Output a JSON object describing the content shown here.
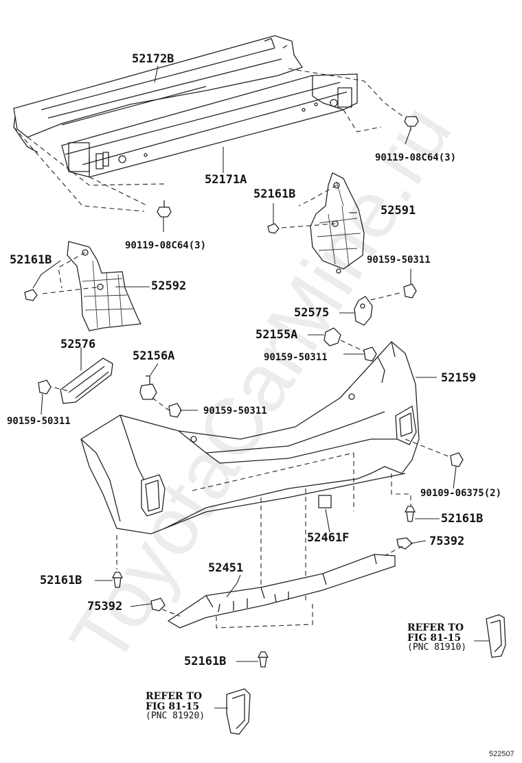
{
  "watermark": "ToyotaCarMine.ru",
  "labels": {
    "p52172B": "52172B",
    "p52171A": "52171A",
    "bolt_upper_right": "90119-08C64(3)",
    "bolt_left": "90119-08C64(3)",
    "p52161B_right_bracket": "52161B",
    "p52591": "52591",
    "p52161B_left_bracket": "52161B",
    "p52592": "52592",
    "screw_right_bracket": "90159-50311",
    "p52575": "52575",
    "p52155A": "52155A",
    "screw_52155A": "90159-50311",
    "p52576": "52576",
    "screw_52576": "90159-50311",
    "p52156A": "52156A",
    "screw_52156A": "90159-50311",
    "p52159": "52159",
    "bolt_52159": "90109-06375(2)",
    "p52161B_bumper_right": "52161B",
    "p52461F": "52461F",
    "p75392_right": "75392",
    "p52451": "52451",
    "p52161B_bumper_left": "52161B",
    "p75392_left": "75392",
    "p52161B_bottom": "52161B"
  },
  "refs": {
    "right": {
      "line1": "REFER TO",
      "line2": "FIG 81-15",
      "line3": "(PNC 81910)"
    },
    "left": {
      "line1": "REFER TO",
      "line2": "FIG 81-15",
      "line3": "(PNC 81920)"
    }
  },
  "illustration_code": "522507"
}
